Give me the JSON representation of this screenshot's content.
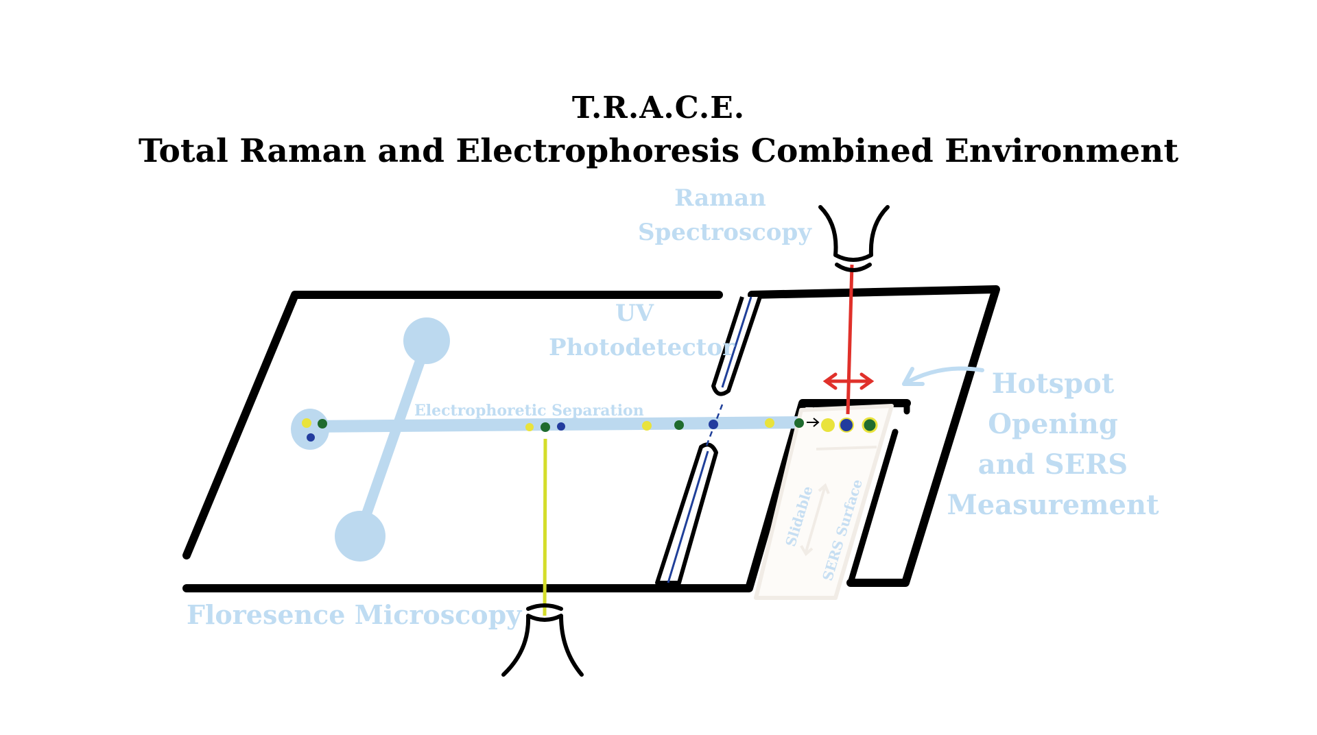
{
  "title": {
    "acronym": "T.R.A.C.E.",
    "full_name": "Total Raman and Electrophoresis Combined Environment"
  },
  "labels": {
    "raman_line1": "Raman",
    "raman_line2": "Spectroscopy",
    "uv_line1": "UV",
    "uv_line2": "Photodetector",
    "separation": "Electrophoretic Separation",
    "fluorescence": "Floresence Microscopy",
    "hotspot_line1": "Hotspot",
    "hotspot_line2": "Opening",
    "hotspot_line3": "and SERS",
    "hotspot_line4": "Measurement",
    "slidable": "Slidable",
    "sers_surface": "SERS Surface"
  },
  "colors": {
    "outline": "#000000",
    "channel": "#bcd9ef",
    "label": "#bfdcf2",
    "raman_beam": "#e0302a",
    "fluorescence_beam": "#d4dd2a",
    "uv_line": "#1f3f99",
    "particle_yellow": "#e9e33c",
    "particle_green": "#1f6b2e",
    "particle_blue": "#223c9e",
    "sers_surface": "#f1ece6"
  },
  "particle_colors": [
    "yellow",
    "green",
    "blue"
  ]
}
